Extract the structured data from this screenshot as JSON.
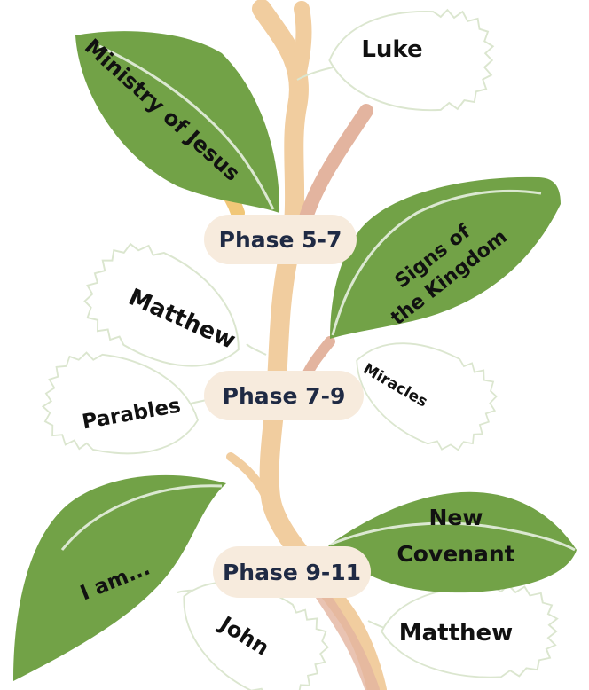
{
  "colors": {
    "leaf_green": "#72a247",
    "leaf_outline": "#dbe6cf",
    "stem_peach": "#f1cd9f",
    "stem_pink": "#e3b49f",
    "pill_bg": "#f7ebdd",
    "phase_text": "#1f2a44",
    "label_text": "#111111"
  },
  "phases": [
    {
      "label": "Phase 5-7"
    },
    {
      "label": "Phase 7-9"
    },
    {
      "label": "Phase 9-11"
    }
  ],
  "green_leaves": [
    {
      "label": "Ministry of Jesus"
    },
    {
      "label_line1": "Signs of",
      "label_line2": "the Kingdom"
    },
    {
      "label": "I am..."
    },
    {
      "label_line1": "New",
      "label_line2": "Covenant"
    }
  ],
  "outline_leaves": [
    {
      "label": "Luke"
    },
    {
      "label": "Matthew"
    },
    {
      "label": "Parables"
    },
    {
      "label": "Miracles"
    },
    {
      "label": "John"
    },
    {
      "label": "Matthew"
    }
  ]
}
